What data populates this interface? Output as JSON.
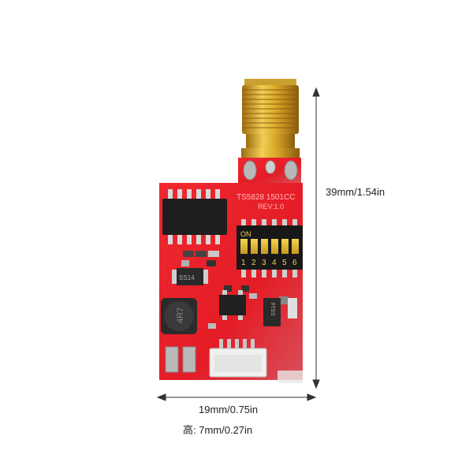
{
  "dimensions": {
    "height": "39mm/1.54in",
    "width": "19mm/0.75in",
    "depth": "高: 7mm/0.27in"
  },
  "board": {
    "silkscreen_model": "TS5828 1501CC",
    "silkscreen_rev": "REV:1.0",
    "dip_on_label": "ON",
    "dip_numbers": [
      "1",
      "2",
      "3",
      "4",
      "5",
      "6"
    ],
    "inductor_label": "4R7",
    "diode_top_label": "SS14",
    "diode_right_label": "SS14"
  },
  "colors": {
    "pcb": "#e8202a",
    "pcb_dark": "#c41820",
    "connector_gold": "#d4a020",
    "dip_body": "#1a1a1a",
    "dip_switch": "#e8c030",
    "dimension_line": "#333333"
  }
}
